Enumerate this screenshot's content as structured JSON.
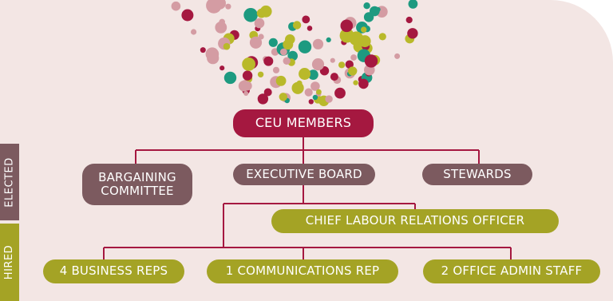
{
  "colors": {
    "background": "#f3e6e4",
    "top_node": "#a51840",
    "elected_node": "#7c5a5f",
    "hired_node": "#a4a325",
    "lines": "#a51840",
    "dot_palette": [
      "#a51840",
      "#1d9a80",
      "#b9b92a",
      "#d49ca3"
    ]
  },
  "sidebar": {
    "elected_label": "ELECTED",
    "hired_label": "HIRED"
  },
  "org": {
    "top": "CEU MEMBERS",
    "elected": {
      "bargaining": [
        "BARGAINING",
        "COMMITTEE"
      ],
      "executive": "EXECUTIVE BOARD",
      "stewards": "STEWARDS"
    },
    "hired": {
      "chief": "CHIEF LABOUR RELATIONS OFFICER",
      "business_reps": "4 BUSINESS REPS",
      "communications_rep": "1 COMMUNICATIONS REP",
      "office_admin": "2 OFFICE ADMIN STAFF"
    }
  }
}
